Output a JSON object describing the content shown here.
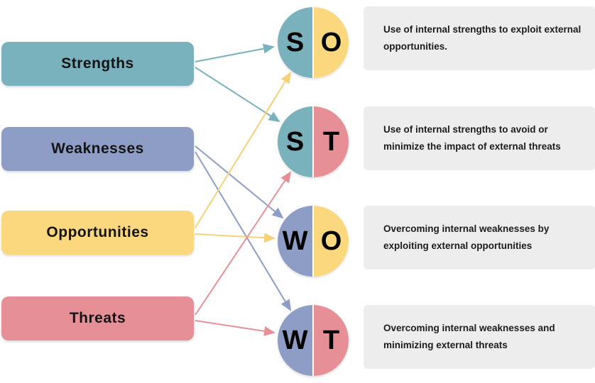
{
  "diagram": {
    "type": "swot-tows-matrix",
    "colors": {
      "strengths_teal": "#79b2bd",
      "weaknesses_slate": "#8e9dc5",
      "opportunities_yellow": "#fbd77d",
      "threats_pink": "#e78f97",
      "description_box_gray": "#ededed",
      "letter_color": "#000000",
      "text_color": "#1c1c1c"
    },
    "categories": [
      {
        "label": "Strengths",
        "color": "#79b2bd"
      },
      {
        "label": "Weaknesses",
        "color": "#8e9dc5"
      },
      {
        "label": "Opportunities",
        "color": "#fbd77d"
      },
      {
        "label": "Threats",
        "color": "#e78f97"
      }
    ],
    "combinations": [
      {
        "left_letter": "S",
        "right_letter": "O",
        "left_color": "#79b2bd",
        "right_color": "#fbd77d",
        "description": "Use of internal strengths to exploit external opportunities."
      },
      {
        "left_letter": "S",
        "right_letter": "T",
        "left_color": "#79b2bd",
        "right_color": "#e78f97",
        "description": "Use of internal strengths to avoid or minimize the impact of external threats"
      },
      {
        "left_letter": "W",
        "right_letter": "O",
        "left_color": "#8e9dc5",
        "right_color": "#fbd77d",
        "description": "Overcoming internal weaknesses by exploiting external opportunities"
      },
      {
        "left_letter": "W",
        "right_letter": "T",
        "left_color": "#8e9dc5",
        "right_color": "#e78f97",
        "description": "Overcoming internal weaknesses and minimizing external threats"
      }
    ],
    "arrows": [
      {
        "from": "Strengths",
        "to": "SO",
        "color": "#79b2bd"
      },
      {
        "from": "Strengths",
        "to": "ST",
        "color": "#79b2bd"
      },
      {
        "from": "Weaknesses",
        "to": "WO",
        "color": "#8e9dc5"
      },
      {
        "from": "Weaknesses",
        "to": "WT",
        "color": "#8e9dc5"
      },
      {
        "from": "Opportunities",
        "to": "SO",
        "color": "#fbd77d"
      },
      {
        "from": "Opportunities",
        "to": "WO",
        "color": "#fbd77d"
      },
      {
        "from": "Threats",
        "to": "ST",
        "color": "#e78f97"
      },
      {
        "from": "Threats",
        "to": "WT",
        "color": "#e78f97"
      }
    ]
  }
}
